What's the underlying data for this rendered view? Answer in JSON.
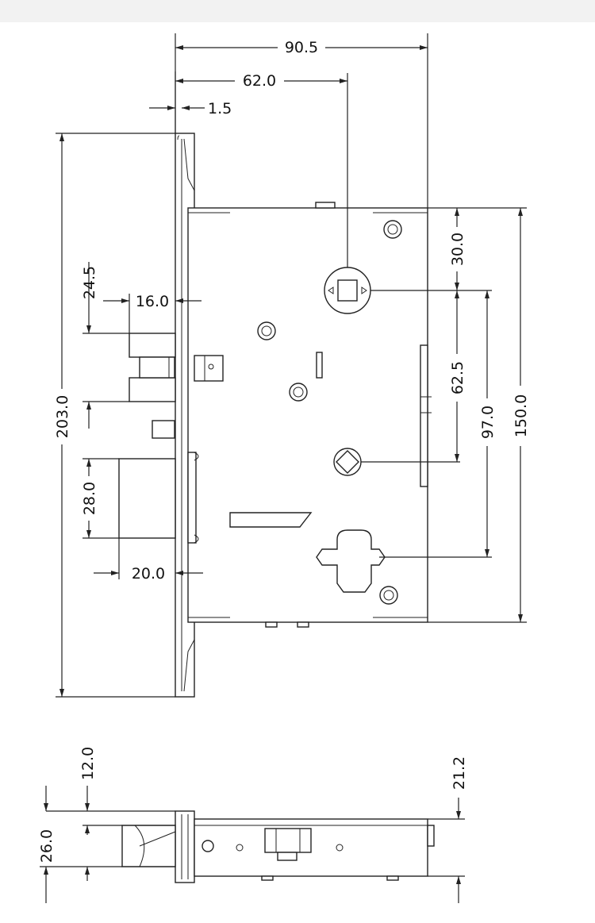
{
  "drawing": {
    "front_view": {
      "dim_overall_width": "90.5",
      "dim_spindle_offset": "62.0",
      "dim_faceplate_thickness": "1.5",
      "dim_faceplate_height": "203.0",
      "dim_case_height": "150.0",
      "dim_top_to_spindle": "30.0",
      "dim_spindle_to_cylinder": "62.5",
      "dim_spindle_to_cylinder_cam": "97.0",
      "dim_latch_height": "24.5",
      "dim_latch_throw": "16.0",
      "dim_deadbolt_height": "28.0",
      "dim_deadbolt_throw": "20.0"
    },
    "side_view": {
      "dim_bolt_offset": "12.0",
      "dim_bolt_width": "26.0",
      "dim_case_thickness": "21.2"
    }
  },
  "colors": {
    "line": "#222222",
    "background": "#ffffff",
    "top_bar": "#f2f2f2"
  }
}
